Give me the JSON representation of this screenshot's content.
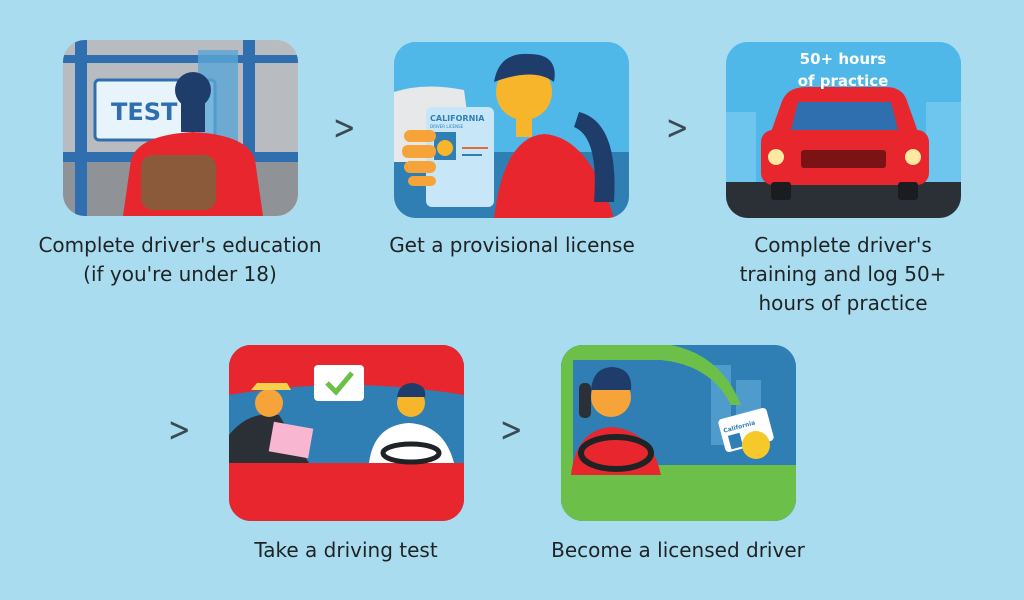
{
  "steps": [
    {
      "caption": [
        "Complete driver's education",
        "(if you're under 18)"
      ],
      "sign_text": "TEST"
    },
    {
      "caption": [
        "Get a provisional license"
      ],
      "card_title": "CALIFORNIA",
      "card_subtitle": "DRIVER LICENSE"
    },
    {
      "caption": [
        "Complete driver's",
        "training and log 50+",
        "hours of practice"
      ],
      "overlay": [
        "50+ hours",
        "of practice"
      ]
    },
    {
      "caption": [
        "Take a driving test"
      ],
      "icon": "checkmark-icon"
    },
    {
      "caption": [
        "Become a licensed driver"
      ],
      "card_title": "California"
    }
  ],
  "separator": ">",
  "colors": {
    "background": "#a9dcef",
    "red": "#e8262d",
    "green": "#6cc04a",
    "sky": "#4fb8e8"
  }
}
